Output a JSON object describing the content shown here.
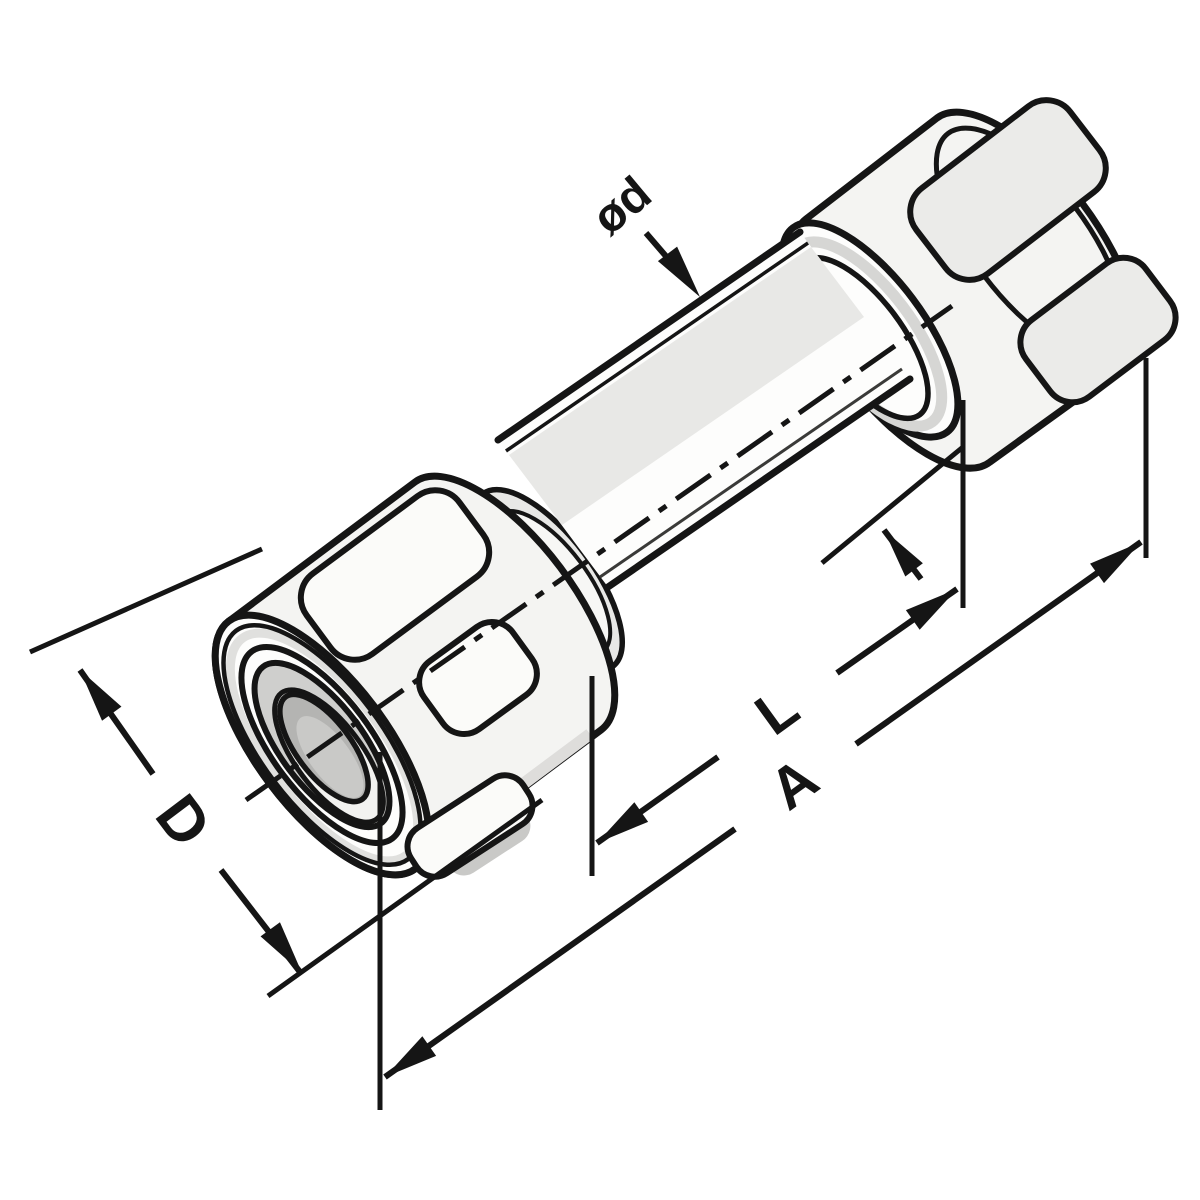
{
  "drawing": {
    "type": "technical-illustration",
    "subject": "Collet chuck extension with two clamping nuts, isometric line drawing",
    "background_color": "#ffffff",
    "outline_color": "#151515",
    "shading_colors": {
      "body_light": "#f4f4f2",
      "shaft_band": "#e8e8e6",
      "collar_gray": "#e8e8e6",
      "bore_outer_gray": "#cfcfcd",
      "bore_inner_gray": "#b4b4b2",
      "bore_highlight": "#c9c9c7"
    },
    "dimensions": {
      "shaft_diameter": {
        "label": "ød"
      },
      "nut_diameter": {
        "label": "D"
      },
      "length_partial": {
        "label": "L"
      },
      "length_overall": {
        "label": "A"
      }
    }
  }
}
